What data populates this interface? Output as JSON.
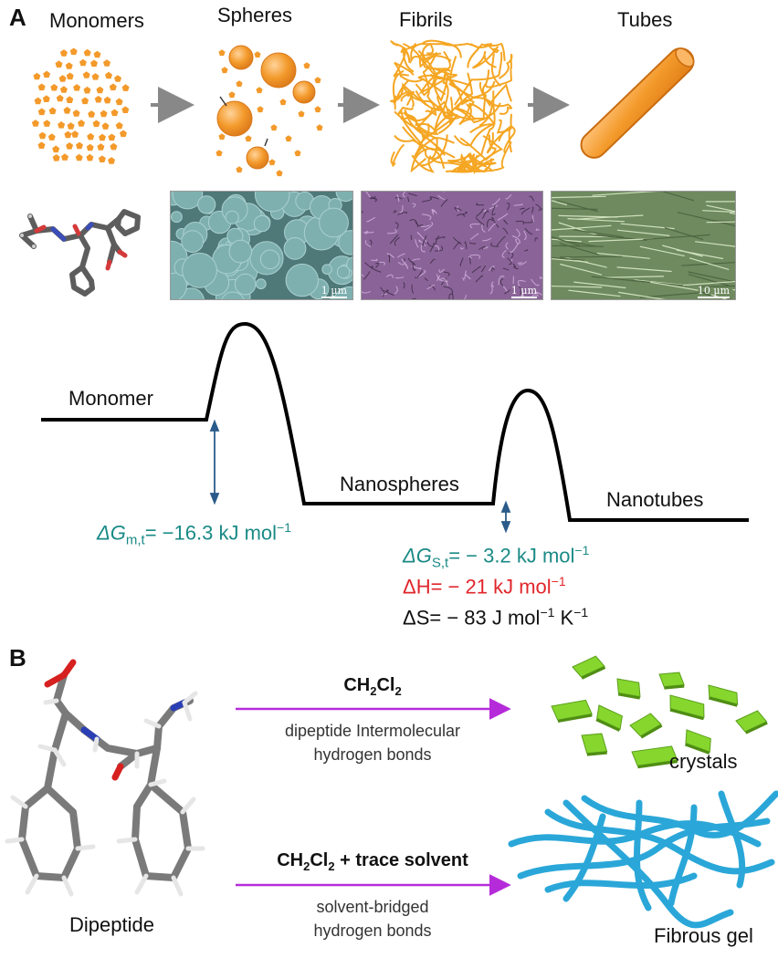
{
  "panel_a": {
    "letter": "A",
    "stages": [
      "Monomers",
      "Spheres",
      "Fibrils",
      "Tubes"
    ],
    "micrographs": [
      {
        "name": "spheres-micrograph",
        "scale": "1 µm",
        "color": "#6f9e9e"
      },
      {
        "name": "fibrils-micrograph",
        "scale": "1 µm",
        "color": "#9a76a6"
      },
      {
        "name": "tubes-micrograph",
        "scale": "10 µm",
        "color": "#8aa57a"
      }
    ],
    "energy": {
      "monomer": "Monomer",
      "nanospheres": "Nanospheres",
      "nanotubes": "Nanotubes",
      "dg_m_sym": "ΔG",
      "dg_m_sub": "m,t",
      "dg_m_val": "= −16.3 kJ mol",
      "dg_m_exp": "−1",
      "dg_s_sym": "ΔG",
      "dg_s_sub": "S,t",
      "dg_s_val": "= − 3.2 kJ mol",
      "dg_s_exp": "−1",
      "dh_text": "ΔH= − 21 kJ mol",
      "dh_exp": "−1",
      "ds_text": "ΔS= − 83 J mol",
      "ds_exp1": "−1",
      "ds_k": " K",
      "ds_exp2": "−1"
    }
  },
  "panel_b": {
    "letter": "B",
    "molecule_label": "Dipeptide",
    "route1": {
      "cond_main": "CH",
      "cond_sub1": "2",
      "cond_cl": "Cl",
      "cond_sub2": "2",
      "line1": "dipeptide Intermolecular",
      "line2": "hydrogen bonds",
      "product": "crystals"
    },
    "route2": {
      "cond_main": "CH",
      "cond_sub1": "2",
      "cond_cl": "Cl",
      "cond_sub2": "2",
      "cond_tail": " + trace solvent",
      "line1": "solvent-bridged",
      "line2": "hydrogen bonds",
      "product": "Fibrous gel"
    }
  },
  "colors": {
    "orange": "#f39a2b",
    "teal": "#1a8a86",
    "red": "#e0262b",
    "arrow_purple": "#b62bd9",
    "crystal_green": "#86d62e",
    "fiber_blue": "#2aa7d8",
    "double_arrow": "#2a5b8a"
  }
}
